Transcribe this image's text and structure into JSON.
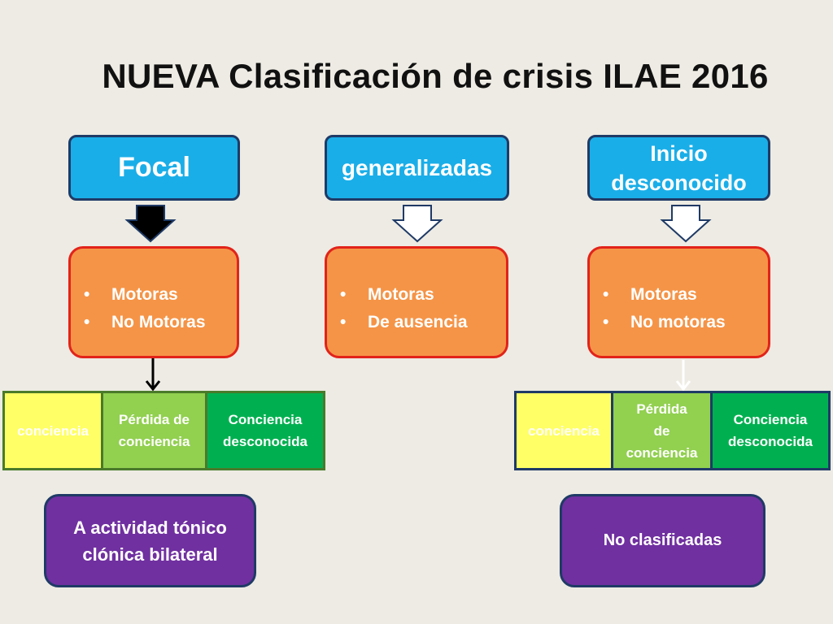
{
  "title": "NUEVA Clasificación de crisis ILAE 2016",
  "headers": {
    "focal": "Focal",
    "generalizadas": "generalizadas",
    "inicio_line1": "Inicio",
    "inicio_line2": "desconocido"
  },
  "lists": {
    "focal": [
      "Motoras",
      "No Motoras"
    ],
    "generalizadas": [
      "Motoras",
      "De ausencia"
    ],
    "desconocido": [
      "Motoras",
      "No motoras"
    ]
  },
  "focal_awareness": {
    "c1": "conciencia",
    "c2_line1": "Pérdida de",
    "c2_line2": "conciencia",
    "c3_line1": "Conciencia",
    "c3_line2": "desconocida"
  },
  "unknown_awareness": {
    "c1": "conciencia",
    "c2_line1": "Pérdida",
    "c2_line2": "de",
    "c2_line3": "conciencia",
    "c3_line1": "Conciencia",
    "c3_line2": "desconocida"
  },
  "outcomes": {
    "focal_line1": "A actividad tónico",
    "focal_line2": "clónica bilateral",
    "unknown": "No clasificadas"
  },
  "colors": {
    "background": "#edebe3",
    "blue_box": "#1aaee8",
    "orange_box": "#f59447",
    "orange_border": "#e2231a",
    "yellow_cell": "#ffff66",
    "light_green_cell": "#92d050",
    "dark_green_cell": "#00b050",
    "purple_box": "#7030a0",
    "navy_border": "#1f3a66"
  }
}
